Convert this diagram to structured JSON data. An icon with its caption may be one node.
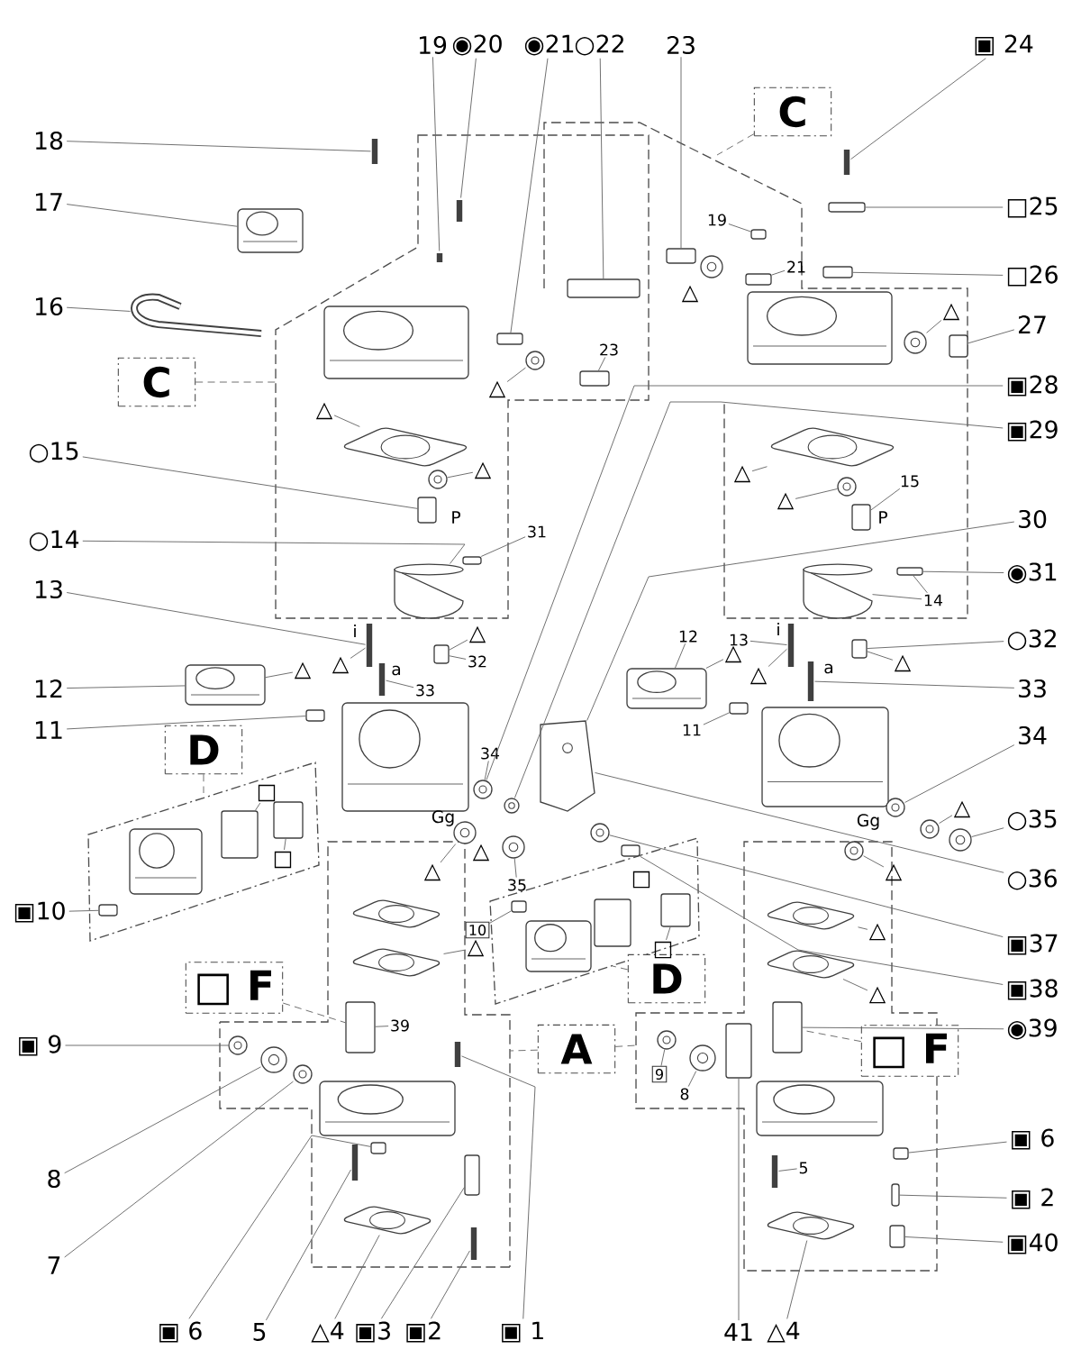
{
  "diagram": {
    "nodes": [
      {
        "text": [
          "19"
        ]
      },
      {
        "text": [
          "◉20"
        ]
      },
      {
        "text": [
          "◉21"
        ]
      },
      {
        "text": [
          "○22"
        ]
      },
      {
        "text": [
          "23"
        ]
      },
      {
        "text": [
          "▣ 24"
        ]
      },
      {
        "text": [
          "18"
        ]
      },
      {
        "text": [
          "C"
        ]
      },
      {
        "text": [
          "17"
        ]
      },
      {
        "text": [
          "□25"
        ]
      },
      {
        "text": [
          "□26"
        ]
      },
      {
        "text": [
          "16"
        ]
      },
      {
        "text": [
          "27"
        ]
      },
      {
        "text": [
          "C"
        ]
      },
      {
        "text": [
          "▣28"
        ]
      },
      {
        "text": [
          "▣29"
        ]
      },
      {
        "text": [
          "○15"
        ]
      },
      {
        "text": [
          "30"
        ]
      },
      {
        "text": [
          "○14"
        ]
      },
      {
        "text": [
          "◉31"
        ]
      },
      {
        "text": [
          "13"
        ]
      },
      {
        "text": [
          "○32"
        ]
      },
      {
        "text": [
          "12"
        ]
      },
      {
        "text": [
          "33"
        ]
      },
      {
        "text": [
          "11"
        ]
      },
      {
        "text": [
          "34"
        ]
      },
      {
        "text": [
          "D"
        ]
      },
      {
        "text": [
          "○35"
        ]
      },
      {
        "text": [
          "○36"
        ]
      },
      {
        "text": [
          "▣10"
        ]
      },
      {
        "text": [
          "▣37"
        ]
      },
      {
        "text": [
          "D"
        ]
      },
      {
        "text": [
          "□ F"
        ]
      },
      {
        "text": [
          "▣38"
        ]
      },
      {
        "text": [
          "◉39"
        ]
      },
      {
        "text": [
          "▣ 9"
        ]
      },
      {
        "text": [
          "A"
        ]
      },
      {
        "text": [
          "□ F"
        ]
      },
      {
        "text": [
          "▣ 6"
        ]
      },
      {
        "text": [
          "8"
        ]
      },
      {
        "text": [
          "▣ 2"
        ]
      },
      {
        "text": [
          "▣40"
        ]
      },
      {
        "text": [
          "7"
        ]
      },
      {
        "text": [
          "▣ 6"
        ]
      },
      {
        "text": [
          "5"
        ]
      },
      {
        "text": [
          "△4"
        ]
      },
      {
        "text": [
          "▣3"
        ]
      },
      {
        "text": [
          "▣2"
        ]
      },
      {
        "text": [
          "▣ 1"
        ]
      },
      {
        "text": [
          "41"
        ]
      },
      {
        "text": [
          "△4"
        ]
      },
      {
        "text": [
          "19"
        ]
      },
      {
        "text": [
          "21"
        ]
      },
      {
        "text": [
          "23"
        ]
      },
      {
        "text": [
          "31"
        ]
      },
      {
        "text": [
          "15"
        ]
      },
      {
        "text": [
          "14"
        ]
      },
      {
        "text": [
          "13"
        ]
      },
      {
        "text": [
          "12"
        ]
      },
      {
        "text": [
          "11"
        ]
      },
      {
        "text": [
          "33"
        ]
      },
      {
        "text": [
          "32"
        ]
      },
      {
        "text": [
          "34"
        ]
      },
      {
        "text": [
          "35"
        ]
      },
      {
        "text": [
          "39"
        ]
      },
      {
        "text": [
          "8"
        ]
      },
      {
        "text": [
          "5"
        ]
      },
      {
        "text": [
          "9"
        ]
      },
      {
        "text": [
          "10"
        ]
      },
      {
        "text": [
          "△"
        ]
      },
      {
        "text": [
          "△"
        ]
      },
      {
        "text": [
          "△"
        ]
      },
      {
        "text": [
          "△"
        ]
      },
      {
        "text": [
          "△"
        ]
      },
      {
        "text": [
          "△"
        ]
      },
      {
        "text": [
          "△"
        ]
      },
      {
        "text": [
          "△"
        ]
      },
      {
        "text": [
          "△"
        ]
      },
      {
        "text": [
          "△"
        ]
      },
      {
        "text": [
          "△"
        ]
      },
      {
        "text": [
          "△"
        ]
      },
      {
        "text": [
          "△"
        ]
      },
      {
        "text": [
          "△"
        ]
      },
      {
        "text": [
          "△"
        ]
      },
      {
        "text": [
          "△"
        ]
      },
      {
        "text": [
          "△"
        ]
      },
      {
        "text": [
          "△"
        ]
      },
      {
        "text": [
          "△"
        ]
      },
      {
        "text": [
          "△"
        ]
      },
      {
        "text": [
          "□"
        ]
      },
      {
        "text": [
          "□"
        ]
      },
      {
        "text": [
          "□"
        ]
      },
      {
        "text": [
          "□"
        ]
      },
      {
        "text": [],
        "shape": "picture"
      },
      {
        "text": [],
        "shape": "picture"
      },
      {
        "text": [],
        "shape": "picture"
      },
      {
        "text": [],
        "shape": "picture"
      },
      {
        "text": [],
        "shape": "picture"
      },
      {
        "text": [],
        "shape": "box"
      },
      {
        "text": [],
        "shape": "box"
      },
      {
        "text": [],
        "shape": "box"
      },
      {
        "text": [],
        "shape": "picture"
      },
      {
        "text": [],
        "shape": "box"
      },
      {
        "text": [],
        "shape": "picture"
      },
      {
        "text": [],
        "shape": "box"
      },
      {
        "text": [],
        "shape": "box"
      },
      {
        "text": [],
        "shape": "picture"
      },
      {
        "text": [],
        "shape": "box"
      },
      {
        "text": [],
        "shape": "box"
      },
      {
        "text": [],
        "shape": "picture"
      },
      {
        "text": [],
        "shape": "picture"
      },
      {
        "text": [],
        "shape": "box"
      },
      {
        "text": [],
        "shape": "picture"
      },
      {
        "text": [],
        "shape": "picture"
      },
      {
        "text": [],
        "shape": "picture"
      },
      {
        "text": [],
        "shape": "picture"
      },
      {
        "text": [],
        "shape": "box"
      },
      {
        "text": [],
        "shape": "box"
      },
      {
        "text": [],
        "shape": "picture"
      },
      {
        "text": [],
        "shape": "box"
      },
      {
        "text": [],
        "shape": "picture"
      },
      {
        "text": [],
        "shape": "box"
      },
      {
        "text": [],
        "shape": "picture"
      },
      {
        "text": [],
        "shape": "picture"
      },
      {
        "text": [],
        "shape": "box"
      },
      {
        "text": [],
        "shape": "picture"
      },
      {
        "text": [],
        "shape": "box"
      },
      {
        "text": [],
        "shape": "picture"
      },
      {
        "text": [],
        "shape": "picture"
      },
      {
        "text": [],
        "shape": "box"
      },
      {
        "text": [],
        "shape": "picture"
      },
      {
        "text": [],
        "shape": "box"
      },
      {
        "text": [],
        "shape": "picture"
      },
      {
        "text": [],
        "shape": "picture"
      },
      {
        "text": [],
        "shape": "picture"
      },
      {
        "text": [],
        "shape": "picture"
      },
      {
        "text": [],
        "shape": "picture"
      },
      {
        "text": [],
        "shape": "picture"
      },
      {
        "text": [],
        "shape": "picture"
      },
      {
        "text": [],
        "shape": "picture"
      },
      {
        "text": [],
        "shape": "picture"
      },
      {
        "text": [],
        "shape": "picture"
      },
      {
        "text": [],
        "shape": "picture"
      },
      {
        "text": [],
        "shape": "picture"
      },
      {
        "text": [],
        "shape": "box"
      },
      {
        "text": [],
        "shape": "box"
      },
      {
        "text": [],
        "shape": "box"
      },
      {
        "text": [],
        "shape": "box"
      },
      {
        "text": [],
        "shape": "picture"
      },
      {
        "text": [],
        "shape": "box"
      },
      {
        "text": [],
        "shape": "box"
      },
      {
        "text": [],
        "shape": "picture"
      },
      {
        "text": [],
        "shape": "box"
      },
      {
        "text": [],
        "shape": "picture"
      },
      {
        "text": [],
        "shape": "picture"
      },
      {
        "text": [],
        "shape": "picture"
      },
      {
        "text": [],
        "shape": "picture"
      },
      {
        "text": [],
        "shape": "picture"
      },
      {
        "text": [],
        "shape": "picture"
      },
      {
        "text": [],
        "shape": "picture"
      },
      {
        "text": [],
        "shape": "picture"
      },
      {
        "text": [],
        "shape": "box"
      },
      {
        "text": [],
        "shape": "box"
      },
      {
        "text": [],
        "shape": "picture"
      },
      {
        "text": [],
        "shape": "picture"
      },
      {
        "text": [],
        "shape": "picture"
      },
      {
        "text": [],
        "shape": "picture"
      },
      {
        "text": [],
        "shape": "picture"
      },
      {
        "text": [],
        "shape": "box"
      },
      {
        "text": [],
        "shape": "picture"
      },
      {
        "text": [],
        "shape": "picture"
      },
      {
        "text": [],
        "shape": "box"
      },
      {
        "text": [],
        "shape": "picture"
      },
      {
        "text": [],
        "shape": "box"
      },
      {
        "text": [],
        "shape": "picture"
      },
      {
        "text": [],
        "shape": "box"
      },
      {
        "text": [],
        "shape": "box"
      },
      {
        "text": [],
        "shape": "box"
      },
      {
        "text": [],
        "shape": "picture"
      }
    ],
    "edges": [
      {
        "from": 0,
        "to": 96,
        "arrow": "none"
      },
      {
        "from": 1,
        "to": 97,
        "arrow": "none"
      },
      {
        "from": 2,
        "to": 98,
        "arrow": "none"
      },
      {
        "from": 3,
        "to": 99,
        "arrow": "none"
      },
      {
        "from": 4,
        "to": 102,
        "arrow": "none"
      },
      {
        "from": 5,
        "to": 106,
        "arrow": "none"
      },
      {
        "from": 6,
        "to": 93,
        "arrow": "none"
      },
      {
        "from": 7,
        "to": null,
        "arrow": "none",
        "style": "dashed"
      },
      {
        "from": 8,
        "to": 94,
        "arrow": "none"
      },
      {
        "from": 9,
        "to": 107,
        "arrow": "none"
      },
      {
        "from": 10,
        "to": 108,
        "arrow": "none"
      },
      {
        "from": 11,
        "to": 95,
        "arrow": "none"
      },
      {
        "from": 12,
        "to": 111,
        "arrow": "none"
      },
      {
        "from": 13,
        "to": null,
        "arrow": "none",
        "style": "dashed"
      },
      {
        "from": 14,
        "to": 134,
        "arrow": "none"
      },
      {
        "from": 15,
        "to": 135,
        "arrow": "none"
      },
      {
        "from": 16,
        "to": 116,
        "arrow": "none"
      },
      {
        "from": 17,
        "to": 136,
        "arrow": "none"
      },
      {
        "from": 18,
        "to": 118,
        "arrow": "none"
      },
      {
        "from": 19,
        "to": 121,
        "arrow": "none"
      },
      {
        "from": 20,
        "to": 122,
        "arrow": "none"
      },
      {
        "from": 21,
        "to": 129,
        "arrow": "none"
      },
      {
        "from": 22,
        "to": 125,
        "arrow": "none"
      },
      {
        "from": 23,
        "to": 128,
        "arrow": "none"
      },
      {
        "from": 24,
        "to": 126,
        "arrow": "none"
      },
      {
        "from": 25,
        "to": 139,
        "arrow": "none"
      },
      {
        "from": 26,
        "to": null,
        "arrow": "none",
        "style": "dashed"
      },
      {
        "from": 27,
        "to": 141,
        "arrow": "none"
      },
      {
        "from": 28,
        "to": 136,
        "arrow": "none"
      },
      {
        "from": 29,
        "to": 146,
        "arrow": "none"
      },
      {
        "from": 30,
        "to": 151,
        "arrow": "none"
      },
      {
        "from": 31,
        "to": null,
        "arrow": "none",
        "style": "dashed"
      },
      {
        "from": 32,
        "to": 161,
        "arrow": "none",
        "style": "dashed"
      },
      {
        "from": 33,
        "to": 152,
        "arrow": "none"
      },
      {
        "from": 34,
        "to": 162,
        "arrow": "none"
      },
      {
        "from": 35,
        "to": 163,
        "arrow": "none"
      },
      {
        "from": 36,
        "to": null,
        "arrow": "none",
        "style": "dashed"
      },
      {
        "from": 36,
        "to": null,
        "arrow": "none",
        "style": "dashed"
      },
      {
        "from": 37,
        "to": 162,
        "arrow": "none",
        "style": "dashed"
      },
      {
        "from": 38,
        "to": 175,
        "arrow": "none"
      },
      {
        "from": 39,
        "to": 164,
        "arrow": "none"
      },
      {
        "from": 40,
        "to": 176,
        "arrow": "none"
      },
      {
        "from": 41,
        "to": 177,
        "arrow": "none"
      },
      {
        "from": 42,
        "to": 165,
        "arrow": "none"
      },
      {
        "from": 43,
        "to": 173,
        "arrow": "none"
      },
      {
        "from": 44,
        "to": 170,
        "arrow": "none"
      },
      {
        "from": 45,
        "to": 155,
        "arrow": "none"
      },
      {
        "from": 46,
        "to": 171,
        "arrow": "none"
      },
      {
        "from": 47,
        "to": 172,
        "arrow": "none"
      },
      {
        "from": 48,
        "to": 169,
        "arrow": "none"
      },
      {
        "from": 49,
        "to": 168,
        "arrow": "none"
      },
      {
        "from": 50,
        "to": 158,
        "arrow": "none"
      },
      {
        "from": 51,
        "to": 104,
        "arrow": "none"
      },
      {
        "from": 52,
        "to": 105,
        "arrow": "none"
      },
      {
        "from": 53,
        "to": 100,
        "arrow": "none"
      },
      {
        "from": 54,
        "to": 119,
        "arrow": "none"
      },
      {
        "from": 55,
        "to": 117,
        "arrow": "none"
      },
      {
        "from": 56,
        "to": 120,
        "arrow": "none"
      },
      {
        "from": 56,
        "to": 121,
        "arrow": "none"
      },
      {
        "from": 57,
        "to": 127,
        "arrow": "none"
      },
      {
        "from": 58,
        "to": 130,
        "arrow": "none"
      },
      {
        "from": 59,
        "to": 131,
        "arrow": "none"
      },
      {
        "from": 60,
        "to": 123,
        "arrow": "none"
      },
      {
        "from": 61,
        "to": 124,
        "arrow": "none"
      },
      {
        "from": 62,
        "to": 134,
        "arrow": "none"
      },
      {
        "from": 63,
        "to": 138,
        "arrow": "none"
      },
      {
        "from": 64,
        "to": 161,
        "arrow": "none"
      },
      {
        "from": 65,
        "to": 167,
        "arrow": "none"
      },
      {
        "from": 66,
        "to": 174,
        "arrow": "none"
      },
      {
        "from": 67,
        "to": 166,
        "arrow": "none"
      },
      {
        "from": 68,
        "to": 147,
        "arrow": "none"
      },
      {
        "from": 69,
        "to": 112,
        "arrow": "none"
      },
      {
        "from": 70,
        "to": 178,
        "arrow": "none"
      },
      {
        "from": 72,
        "to": 110,
        "arrow": "none"
      },
      {
        "from": 73,
        "to": 114,
        "arrow": "none"
      },
      {
        "from": 74,
        "to": 113,
        "arrow": "none"
      },
      {
        "from": 75,
        "to": 115,
        "arrow": "none"
      },
      {
        "from": 76,
        "to": 124,
        "arrow": "none"
      },
      {
        "from": 77,
        "to": 122,
        "arrow": "none"
      },
      {
        "from": 78,
        "to": 125,
        "arrow": "none"
      },
      {
        "from": 79,
        "to": 130,
        "arrow": "none"
      },
      {
        "from": 80,
        "to": 127,
        "arrow": "none"
      },
      {
        "from": 81,
        "to": 129,
        "arrow": "none"
      },
      {
        "from": 82,
        "to": 140,
        "arrow": "none"
      },
      {
        "from": 83,
        "to": 142,
        "arrow": "none"
      },
      {
        "from": 84,
        "to": 137,
        "arrow": "none"
      },
      {
        "from": 86,
        "to": 154,
        "arrow": "none"
      },
      {
        "from": 87,
        "to": 156,
        "arrow": "none"
      },
      {
        "from": 88,
        "to": 157,
        "arrow": "none"
      },
      {
        "from": 89,
        "to": 144,
        "arrow": "none"
      },
      {
        "from": 90,
        "to": 145,
        "arrow": "none"
      },
      {
        "from": 92,
        "to": 150,
        "arrow": "none"
      }
    ],
    "labels": [
      "P",
      "P",
      "i",
      "a",
      "i",
      "a",
      "Gg",
      "Gg"
    ]
  }
}
